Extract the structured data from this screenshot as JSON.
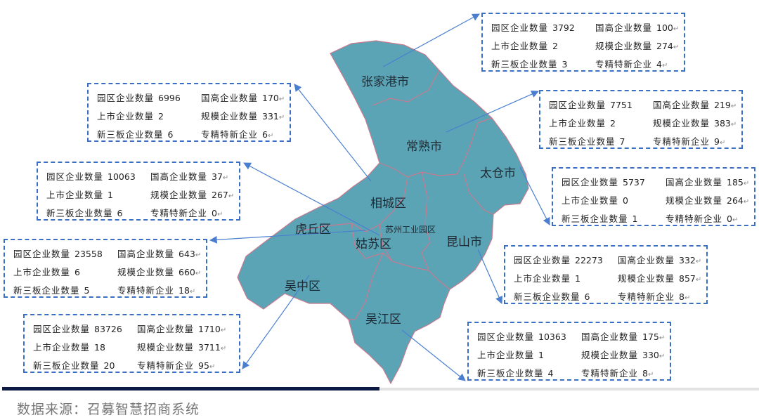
{
  "colors": {
    "region_fill": "#5ba4b6",
    "region_border": "#c97a8e",
    "callout_border": "#3a6fc4",
    "arrow": "#4a7fd0"
  },
  "regions": [
    {
      "name": "张家港市"
    },
    {
      "name": "常熟市"
    },
    {
      "name": "太仓市"
    },
    {
      "name": "相城区"
    },
    {
      "name": "虎丘区"
    },
    {
      "name": "苏州工业园区"
    },
    {
      "name": "姑苏区"
    },
    {
      "name": "昆山市"
    },
    {
      "name": "吴中区"
    },
    {
      "name": "吴江区"
    }
  ],
  "field_labels": {
    "park": "园区企业数量",
    "national_high_tech": "国高企业数量",
    "listed": "上市企业数量",
    "scale": "规模企业数量",
    "neeq": "新三板企业数量",
    "specialized": "专精特新企业"
  },
  "return_mark": "↵",
  "callouts": [
    {
      "park": "3792",
      "national_high_tech": "100",
      "listed": "2",
      "scale": "274",
      "neeq": "3",
      "specialized": "4"
    },
    {
      "park": "7751",
      "national_high_tech": "219",
      "listed": "2",
      "scale": "383",
      "neeq": "7",
      "specialized": "9"
    },
    {
      "park": "5737",
      "national_high_tech": "185",
      "listed": "0",
      "scale": "264",
      "neeq": "1",
      "specialized": "0"
    },
    {
      "park": "22273",
      "national_high_tech": "332",
      "listed": "1",
      "scale": "857",
      "neeq": "6",
      "specialized": "8"
    },
    {
      "park": "10363",
      "national_high_tech": "175",
      "listed": "1",
      "scale": "330",
      "neeq": "4",
      "specialized": "8"
    },
    {
      "park": "83726",
      "national_high_tech": "1710",
      "listed": "18",
      "scale": "3711",
      "neeq": "20",
      "specialized": "95"
    },
    {
      "park": "23558",
      "national_high_tech": "643",
      "listed": "6",
      "scale": "660",
      "neeq": "5",
      "specialized": "18"
    },
    {
      "park": "10063",
      "national_high_tech": "37",
      "listed": "1",
      "scale": "267",
      "neeq": "6",
      "specialized": "0"
    },
    {
      "park": "6996",
      "national_high_tech": "170",
      "listed": "2",
      "scale": "331",
      "neeq": "6",
      "specialized": "6"
    }
  ],
  "source": "数据来源：召募智慧招商系统"
}
